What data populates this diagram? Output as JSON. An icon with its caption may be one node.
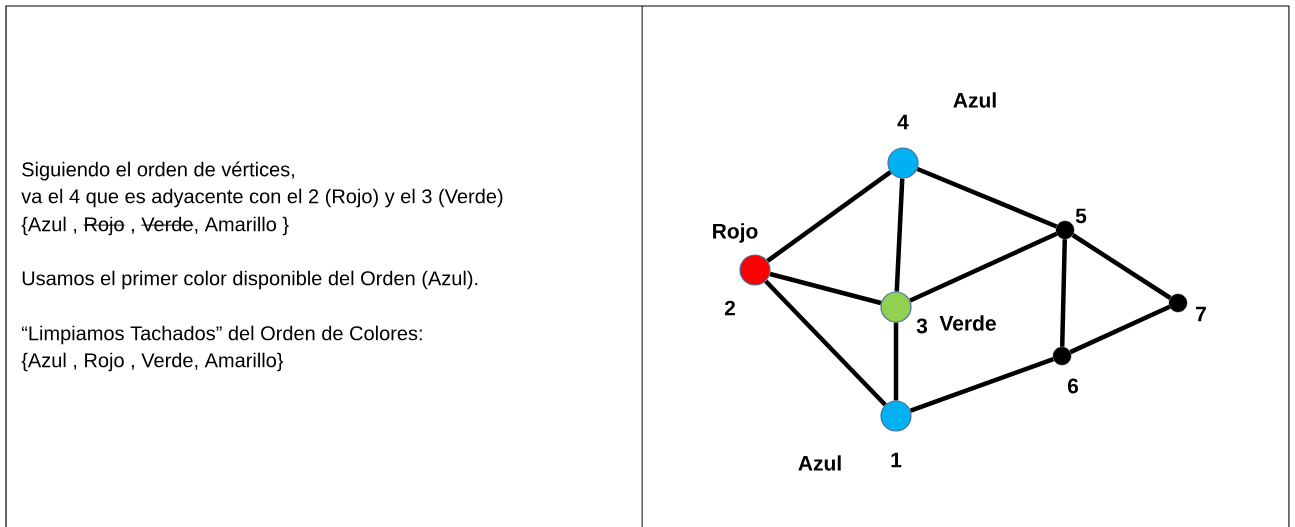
{
  "diagram": {
    "nodes": [
      {
        "text": [],
        "shape": "circle",
        "beside": [
          "1",
          "Azul"
        ]
      },
      {
        "text": [],
        "shape": "circle",
        "beside": [
          "2",
          "Rojo"
        ]
      },
      {
        "text": [],
        "shape": "circle",
        "beside": [
          "3",
          "Verde"
        ]
      },
      {
        "text": [],
        "shape": "circle",
        "beside": [
          "4",
          "Azul"
        ]
      },
      {
        "text": [],
        "shape": "circle",
        "beside": [
          "5"
        ]
      },
      {
        "text": [],
        "shape": "circle",
        "beside": [
          "6"
        ]
      },
      {
        "text": [],
        "shape": "circle",
        "beside": [
          "7"
        ]
      }
    ],
    "edges": [
      {
        "from": 1,
        "to": 3,
        "arrow": "none"
      },
      {
        "from": 3,
        "to": 2,
        "arrow": "none"
      },
      {
        "from": 3,
        "to": 4,
        "arrow": "none"
      },
      {
        "from": 1,
        "to": 2,
        "arrow": "none"
      },
      {
        "from": 2,
        "to": 4,
        "arrow": "none"
      },
      {
        "from": 1,
        "to": 0,
        "arrow": "none"
      },
      {
        "from": 2,
        "to": 0,
        "arrow": "none"
      },
      {
        "from": 0,
        "to": 5,
        "arrow": "none"
      },
      {
        "from": 4,
        "to": 5,
        "arrow": "none"
      },
      {
        "from": 4,
        "to": 6,
        "arrow": "none"
      },
      {
        "from": 5,
        "to": 6,
        "arrow": "none"
      }
    ],
    "labels": [
      "Siguiendo el orden de vértices,",
      "va el 4 que es adyacente con el 2 (Rojo) y el 3 (Verde)",
      "{Azul ,",
      "Rojo",
      ",",
      "Verde",
      ", Amarillo }",
      "Usamos el primer color disponible del Orden (Azul).",
      "“Limpiamos Tachados” del Orden de Colores:",
      "{Azul , Rojo , Verde, Amarillo}"
    ]
  }
}
